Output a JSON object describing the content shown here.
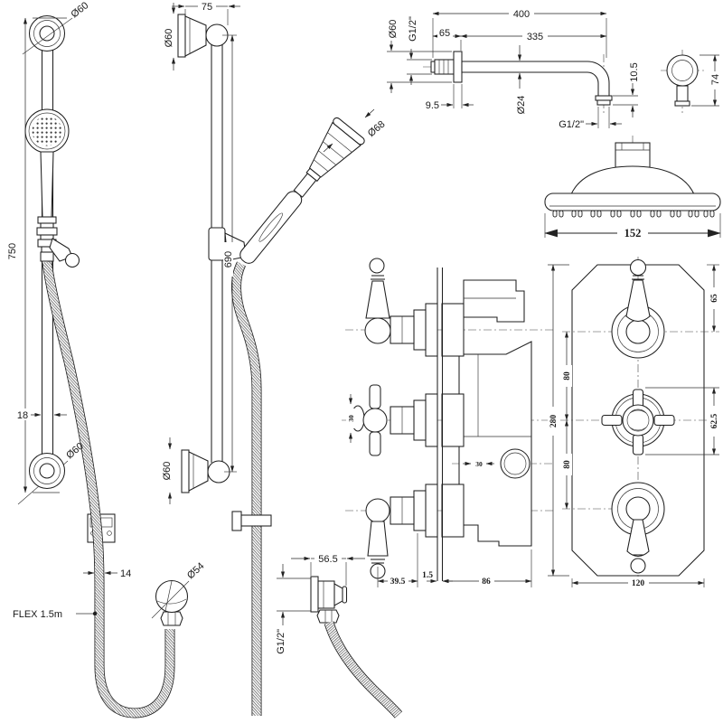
{
  "page": {
    "background": "#ffffff",
    "line_color": "#1f1f1f"
  },
  "views": {
    "rail_kit_side": {
      "title": "slide-rail-kit-with-handset-side-view",
      "labels": {
        "height": "750",
        "top_bracket_dia": "Ø60",
        "bottom_bracket_dia": "Ø60",
        "rail_width": "18",
        "hose_width": "14",
        "hose_flex": "FLEX 1.5m",
        "cone_dia": "Ø54"
      }
    },
    "rail_kit_front": {
      "title": "slide-rail-kit-front-view",
      "labels": {
        "bracket_depth": "75",
        "top_bracket_dia": "Ø60",
        "rail_length": "690",
        "handset_dia": "Ø68",
        "bottom_bracket_dia": "Ø60",
        "outlet_width": "56.5",
        "outlet_thread": "G1/2\""
      }
    },
    "shower_arm": {
      "title": "wall-shower-arm",
      "labels": {
        "total_length": "400",
        "wall_offset": "65",
        "arm_length": "335",
        "flange_dia": "Ø60",
        "wall_thread": "G1/2\"",
        "flange_depth": "9.5",
        "tube_dia": "Ø24",
        "drop": "10.5",
        "outlet_thread": "G1/2\"",
        "side_drop": "74"
      }
    },
    "shower_head": {
      "title": "fixed-shower-head",
      "labels": {
        "head_dia": "152"
      }
    },
    "valve_side": {
      "title": "thermostatic-valve-side-view",
      "labels": {
        "knob_dia": "30",
        "outlet_dia": "30",
        "handle_depth": "39.5",
        "plate_gap": "1.5",
        "body_depth": "86"
      }
    },
    "valve_front": {
      "title": "thermostatic-valve-faceplate",
      "labels": {
        "top_offset": "65",
        "spacing_top": "80",
        "spacing_bottom": "80",
        "plate_height": "280",
        "cross_span": "62.5",
        "plate_width": "120"
      }
    }
  }
}
